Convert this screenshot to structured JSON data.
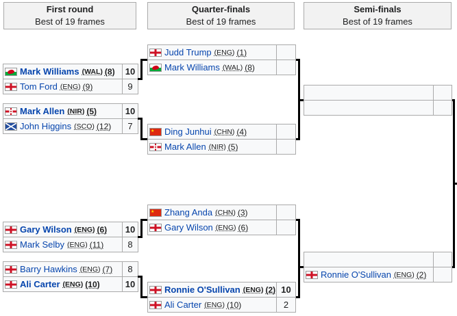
{
  "colors": {
    "link_blue": "#0645ad",
    "header_bg": "#f2f2f2",
    "row_bg": "#f8f9fa",
    "border_gray": "#aaaaaa",
    "connector_black": "#000000"
  },
  "rounds": [
    {
      "title": "First round",
      "subtitle": "Best of 19 frames"
    },
    {
      "title": "Quarter-finals",
      "subtitle": "Best of 19 frames"
    },
    {
      "title": "Semi-finals",
      "subtitle": "Best of 19 frames"
    }
  ],
  "matches": {
    "fr1": {
      "players": [
        {
          "name": "Mark Williams",
          "country_label": "(WAL)",
          "seed_label": "(8)",
          "score": "10",
          "winner": true,
          "flag": "wales"
        },
        {
          "name": "Tom Ford",
          "country_label": "(ENG)",
          "seed_label": "(9)",
          "score": "9",
          "winner": false,
          "flag": "england"
        }
      ]
    },
    "fr2": {
      "players": [
        {
          "name": "Mark Allen",
          "country_label": "(NIR)",
          "seed_label": "(5)",
          "score": "10",
          "winner": true,
          "flag": "northern-ireland"
        },
        {
          "name": "John Higgins",
          "country_label": "(SCO)",
          "seed_label": "(12)",
          "score": "7",
          "winner": false,
          "flag": "scotland"
        }
      ]
    },
    "fr3": {
      "players": [
        {
          "name": "Gary Wilson",
          "country_label": "(ENG)",
          "seed_label": "(6)",
          "score": "10",
          "winner": true,
          "flag": "england"
        },
        {
          "name": "Mark Selby",
          "country_label": "(ENG)",
          "seed_label": "(11)",
          "score": "8",
          "winner": false,
          "flag": "england"
        }
      ]
    },
    "fr4": {
      "players": [
        {
          "name": "Barry Hawkins",
          "country_label": "(ENG)",
          "seed_label": "(7)",
          "score": "8",
          "winner": false,
          "flag": "england"
        },
        {
          "name": "Ali Carter",
          "country_label": "(ENG)",
          "seed_label": "(10)",
          "score": "10",
          "winner": true,
          "flag": "england"
        }
      ]
    },
    "qf1": {
      "players": [
        {
          "name": "Judd Trump",
          "country_label": "(ENG)",
          "seed_label": "(1)",
          "score": "",
          "winner": false,
          "flag": "england"
        },
        {
          "name": "Mark Williams",
          "country_label": "(WAL)",
          "seed_label": "(8)",
          "score": "",
          "winner": false,
          "flag": "wales"
        }
      ]
    },
    "qf2": {
      "players": [
        {
          "name": "Ding Junhui",
          "country_label": "(CHN)",
          "seed_label": "(4)",
          "score": "",
          "winner": false,
          "flag": "china"
        },
        {
          "name": "Mark Allen",
          "country_label": "(NIR)",
          "seed_label": "(5)",
          "score": "",
          "winner": false,
          "flag": "northern-ireland"
        }
      ]
    },
    "qf3": {
      "players": [
        {
          "name": "Zhang Anda",
          "country_label": "(CHN)",
          "seed_label": "(3)",
          "score": "",
          "winner": false,
          "flag": "china"
        },
        {
          "name": "Gary Wilson",
          "country_label": "(ENG)",
          "seed_label": "(6)",
          "score": "",
          "winner": false,
          "flag": "england"
        }
      ]
    },
    "qf4": {
      "players": [
        {
          "name": "Ronnie O'Sullivan",
          "country_label": "(ENG)",
          "seed_label": "(2)",
          "score": "10",
          "winner": true,
          "flag": "england"
        },
        {
          "name": "Ali Carter",
          "country_label": "(ENG)",
          "seed_label": "(10)",
          "score": "2",
          "winner": false,
          "flag": "england"
        }
      ]
    },
    "sf1": {
      "players": [
        {
          "name": "",
          "country_label": "",
          "seed_label": "",
          "score": "",
          "winner": false,
          "flag": ""
        },
        {
          "name": "",
          "country_label": "",
          "seed_label": "",
          "score": "",
          "winner": false,
          "flag": ""
        }
      ]
    },
    "sf2": {
      "players": [
        {
          "name": "",
          "country_label": "",
          "seed_label": "",
          "score": "",
          "winner": false,
          "flag": ""
        },
        {
          "name": "Ronnie O'Sullivan",
          "country_label": "(ENG)",
          "seed_label": "(2)",
          "score": "",
          "winner": false,
          "flag": "england"
        }
      ]
    }
  }
}
